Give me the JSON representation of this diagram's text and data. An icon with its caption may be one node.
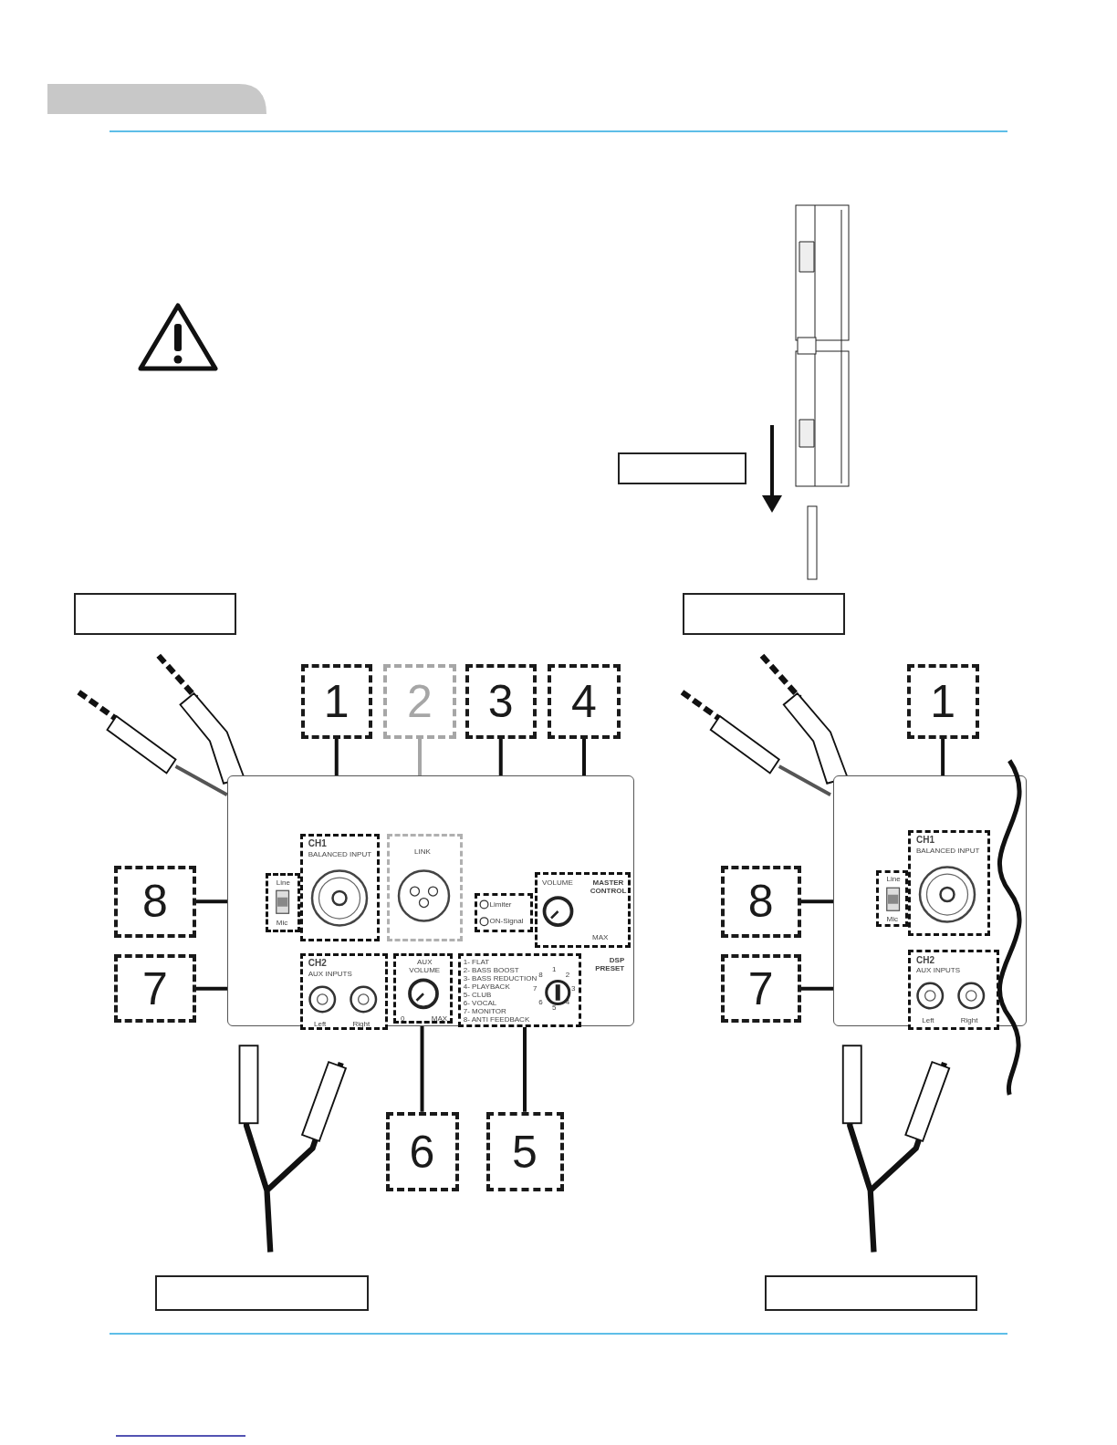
{
  "diagram": {
    "nodes": [
      {
        "text": [],
        "shape": "box"
      },
      {
        "text": [],
        "shape": "box"
      },
      {
        "text": [],
        "shape": "box"
      },
      {
        "text": [
          "1"
        ]
      },
      {
        "text": [
          "2"
        ]
      },
      {
        "text": [
          "3"
        ]
      },
      {
        "text": [
          "4"
        ]
      },
      {
        "text": [
          "1"
        ]
      },
      {
        "text": [],
        "shape": "box"
      },
      {
        "text": [
          "Line",
          "Mic"
        ],
        "in": 8
      },
      {
        "text": [
          "CH1",
          "BALANCED INPUT"
        ],
        "in": 8
      },
      {
        "text": [
          "LINK"
        ],
        "in": 8
      },
      {
        "text": [
          "Limiter",
          "ON-Signal"
        ],
        "in": 8
      },
      {
        "text": [
          "VOLUME",
          "MASTER CONTROL",
          "MAX"
        ],
        "in": 8
      },
      {
        "text": [
          "CH2",
          "AUX INPUTS",
          "Left",
          "Right"
        ],
        "in": 8
      },
      {
        "text": [
          "AUX VOLUME",
          "0",
          "MAX"
        ],
        "in": 8
      },
      {
        "text": [
          "1- FLAT",
          "2- BASS BOOST",
          "3- BASS REDUCTION",
          "4- PLAYBACK",
          "5- CLUB",
          "6- VOCAL",
          "7- MONITOR",
          "8- ANTI FEEDBACK"
        ],
        "in": 8
      },
      {
        "text": [
          "8"
        ]
      },
      {
        "text": [
          "7"
        ]
      },
      {
        "text": [],
        "shape": "box"
      },
      {
        "text": [
          "Line",
          "Mic"
        ],
        "in": 19
      },
      {
        "text": [
          "CH1",
          "BALANCED INPUT"
        ],
        "in": 19
      },
      {
        "text": [
          "CH2",
          "AUX INPUTS",
          "Left",
          "Right"
        ],
        "in": 19
      },
      {
        "text": [
          "8"
        ]
      },
      {
        "text": [
          "7"
        ]
      },
      {
        "text": [
          "6"
        ]
      },
      {
        "text": [
          "5"
        ]
      },
      {
        "text": [],
        "shape": "box"
      },
      {
        "text": [],
        "shape": "box"
      }
    ],
    "edges": [
      {
        "from": 3,
        "to": 10,
        "arrow": "none"
      },
      {
        "from": 4,
        "to": 11,
        "arrow": "none",
        "color": "#a6a6a6"
      },
      {
        "from": 5,
        "to": 12,
        "arrow": "none"
      },
      {
        "from": 6,
        "to": 13,
        "arrow": "none"
      },
      {
        "from": 17,
        "to": 9,
        "arrow": "none"
      },
      {
        "from": 18,
        "to": 14,
        "arrow": "none"
      },
      {
        "from": 25,
        "to": 15,
        "arrow": "none"
      },
      {
        "from": 26,
        "to": 16,
        "arrow": "none"
      },
      {
        "from": 7,
        "to": 21,
        "arrow": "none"
      },
      {
        "from": 23,
        "to": 20,
        "arrow": "none"
      },
      {
        "from": 24,
        "to": 22,
        "arrow": "none"
      }
    ],
    "labels": [
      "DSP PRESET",
      "1",
      "2",
      "3",
      "4",
      "5",
      "6",
      "7",
      "8"
    ]
  }
}
